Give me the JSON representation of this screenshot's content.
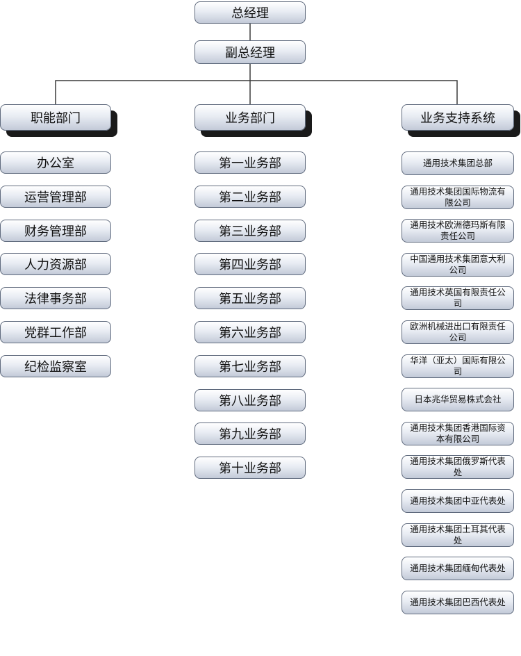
{
  "top": {
    "gm": "总经理",
    "vgm": "副总经理"
  },
  "columns": {
    "functional": {
      "title": "职能部门",
      "items": [
        "办公室",
        "运营管理部",
        "财务管理部",
        "人力资源部",
        "法律事务部",
        "党群工作部",
        "纪检监察室"
      ]
    },
    "business": {
      "title": "业务部门",
      "items": [
        "第一业务部",
        "第二业务部",
        "第三业务部",
        "第四业务部",
        "第五业务部",
        "第六业务部",
        "第七业务部",
        "第八业务部",
        "第九业务部",
        "第十业务部"
      ]
    },
    "support": {
      "title": "业务支持系统",
      "items": [
        "通用技术集团总部",
        "通用技术集团国际物流有限公司",
        "通用技术欧洲德玛斯有限责任公司",
        "中国通用技术集团意大利公司",
        "通用技术英国有限责任公司",
        "欧洲机械进出口有限责任公司",
        "华洋（亚太）国际有限公司",
        "日本兆华贸易株式会社",
        "通用技术集团香港国际资本有限公司",
        "通用技术集团俄罗斯代表处",
        "通用技术集团中亚代表处",
        "通用技术集团土耳其代表处",
        "通用技术集团缅甸代表处",
        "通用技术集团巴西代表处"
      ]
    }
  }
}
